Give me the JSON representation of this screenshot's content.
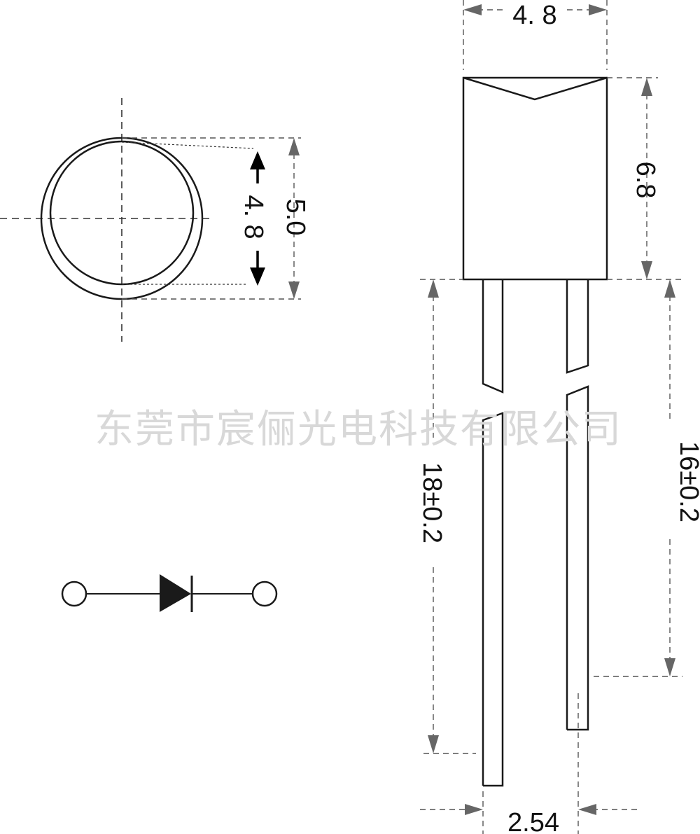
{
  "dimensions": {
    "top_width": "4. 8",
    "inner_diameter": "4. 8",
    "outer_diameter": "5.0",
    "body_height": "6.8",
    "long_lead": "18±0.2",
    "short_lead": "16±0.2",
    "pitch": "2.54"
  },
  "watermark": "东莞市宸俪光电科技有限公司",
  "colors": {
    "line": "#1a1a1a",
    "dimension_arrow": "#666666",
    "watermark": "#d8d8d8"
  }
}
